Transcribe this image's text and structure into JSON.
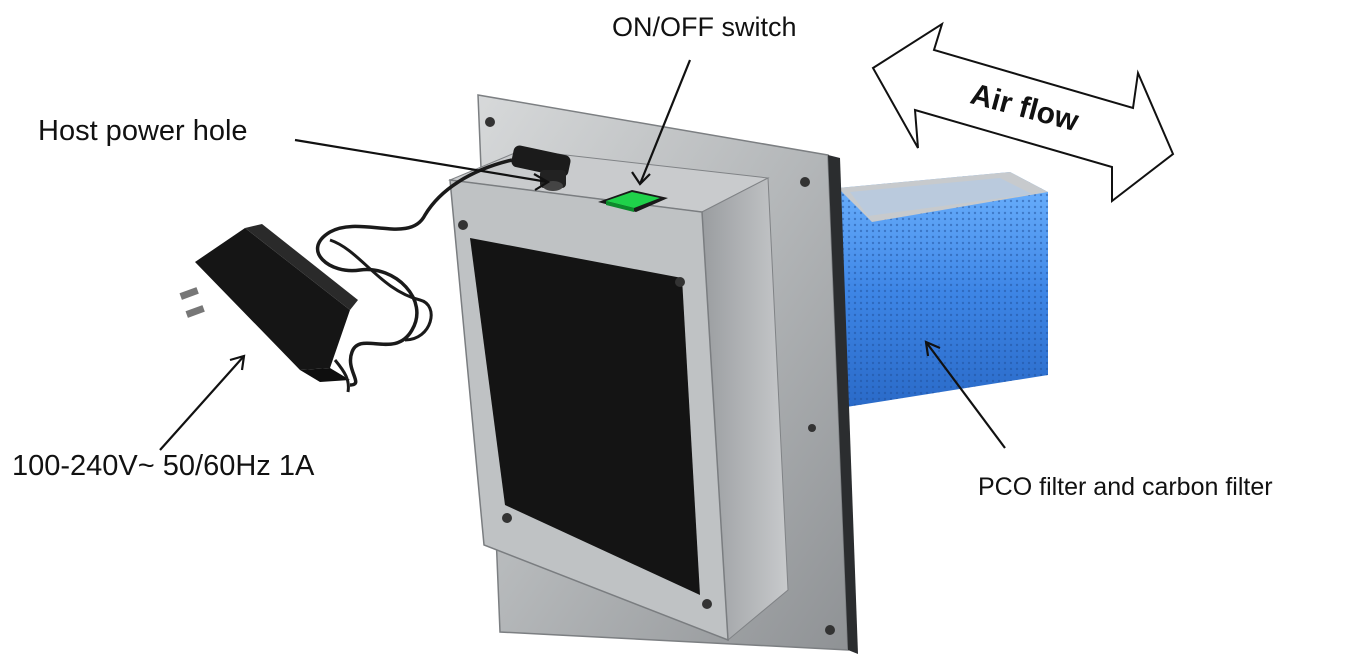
{
  "labels": {
    "on_off_switch": "ON/OFF switch",
    "host_power_hole": "Host power hole",
    "adapter_rating": "100-240V~ 50/60Hz 1A",
    "filters": "PCO filter and carbon filter",
    "air_flow": "Air flow"
  },
  "icons": {
    "adapter": "power-adapter-icon",
    "arrow": "double-arrow-icon"
  },
  "colors": {
    "steel": "#b9bcbe",
    "steel_dark": "#8e9194",
    "panel_black": "#141414",
    "switch_green": "#1fd14a",
    "filter_blue": "#4f8fe0",
    "text": "#111111"
  }
}
